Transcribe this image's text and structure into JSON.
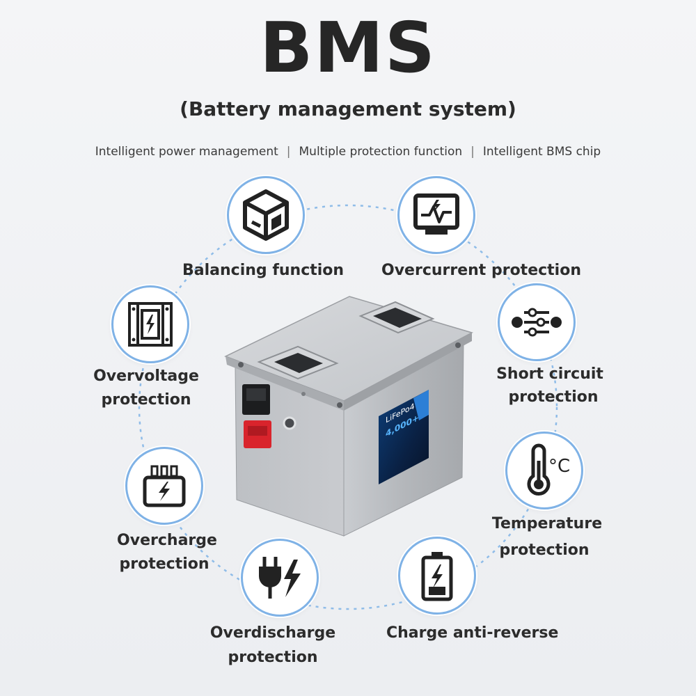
{
  "header": {
    "title": "BMS",
    "subtitle": "(Battery management system)",
    "features": [
      "Intelligent power management",
      "Multiple protection function",
      "Intelligent BMS chip"
    ],
    "separator": "|"
  },
  "functions": {
    "balancing": {
      "line1": "Balancing function",
      "icon": "cube-icon"
    },
    "overcurrent": {
      "line1": "Overcurrent protection",
      "icon": "monitor-pulse-icon"
    },
    "overvoltage": {
      "line1": "Overvoltage",
      "line2": "protection",
      "icon": "fuse-box-icon"
    },
    "short_circuit": {
      "line1": "Short circuit",
      "line2": "protection",
      "icon": "circuit-switch-icon"
    },
    "overcharge": {
      "line1": "Overcharge",
      "line2": "protection",
      "icon": "battery-terminal-icon"
    },
    "temperature": {
      "line1": "Temperature",
      "line2": "protection",
      "icon": "thermometer-icon",
      "unit": "°C"
    },
    "overdischarge": {
      "line1": "Overdischarge",
      "line2": "protection",
      "icon": "plug-lightning-icon"
    },
    "anti_reverse": {
      "line1": "Charge anti-reverse",
      "icon": "battery-charge-icon"
    }
  },
  "battery": {
    "label_chem": "LiFePo4",
    "label_cycles": "4,000+"
  },
  "colors": {
    "accent": "#7fb2e6",
    "text": "#2c2c2c",
    "battery_body": "#b9bcc0",
    "connector_red": "#d9242c"
  }
}
